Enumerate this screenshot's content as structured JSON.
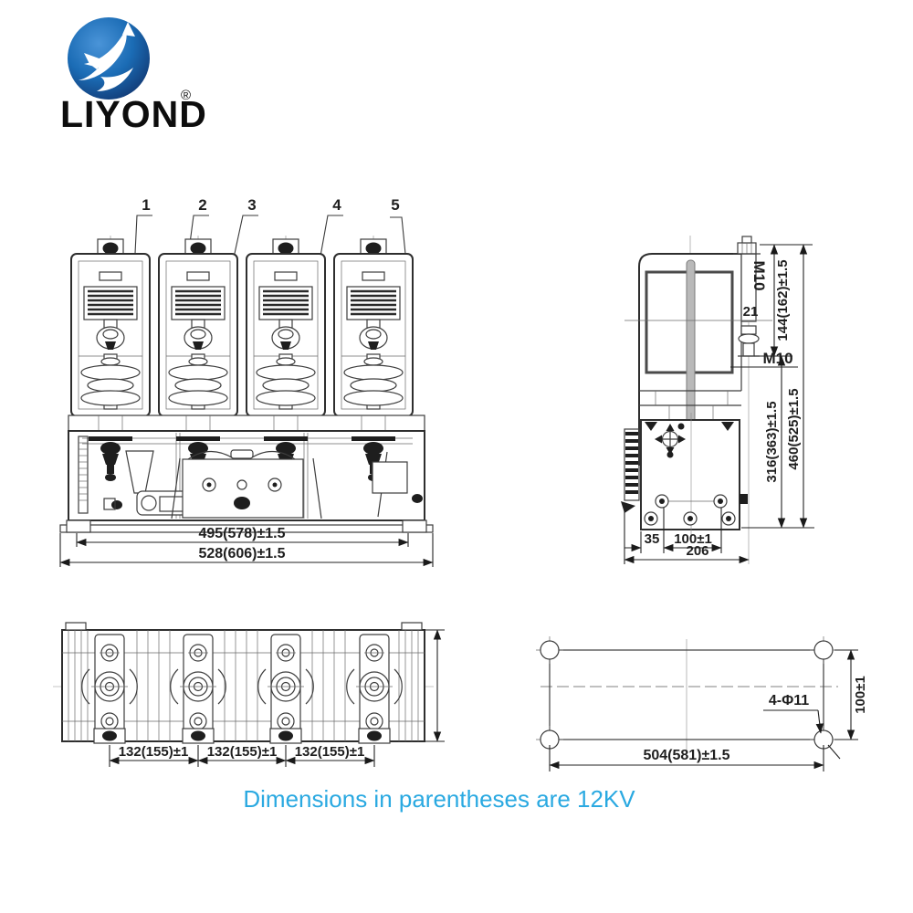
{
  "logo": {
    "text": "LIYOND",
    "registered": "®",
    "circle_color": "#1b6cb5"
  },
  "front_view": {
    "callouts": [
      "1",
      "2",
      "3",
      "4",
      "5"
    ],
    "dim_inner_width": "495(578)±1.5",
    "dim_outer_width": "528(606)±1.5"
  },
  "side_view": {
    "label_top_terminal": "M10",
    "dim_terminal_offset": "21",
    "dim_terminal_height": "144(162)±1.5",
    "label_lower_terminal": "M10",
    "dim_body_height": "316(363)±1.5",
    "dim_total_height": "460(525)±1.5",
    "dim_edge_to_hole": "35",
    "dim_hole_spacing": "100±1",
    "dim_depth": "206"
  },
  "top_view": {
    "dims": [
      "132(155)±1",
      "132(155)±1",
      "132(155)±1"
    ]
  },
  "mounting_view": {
    "label_holes": "4-Φ11",
    "dim_width": "504(581)±1.5",
    "dim_height": "100±1"
  },
  "caption": {
    "text": "Dimensions in parentheses are 12KV",
    "color": "#2aa9e1"
  },
  "colors": {
    "line": "#3d3d3d",
    "logo_blue": "#1b6cb5",
    "caption_blue": "#2aa9e1"
  }
}
